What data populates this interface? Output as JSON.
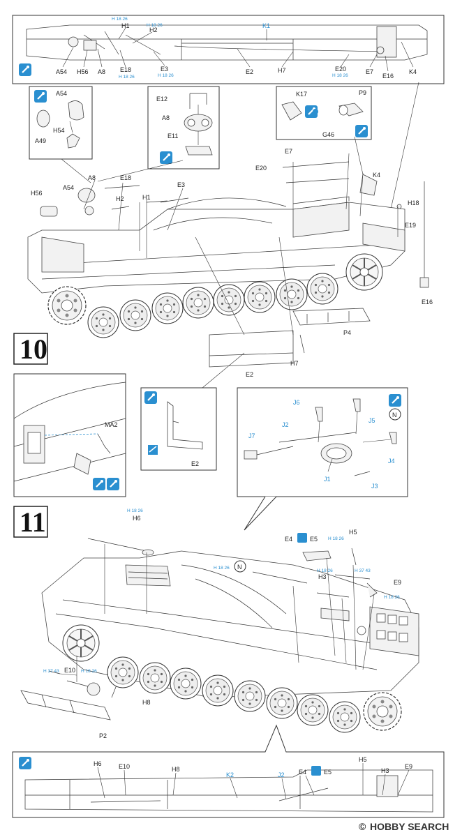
{
  "step10": {
    "number": "10",
    "overview_labels": {
      "h1": "H1",
      "h2": "H2",
      "k1": "K1",
      "a54": "A54",
      "h56": "H56",
      "a8": "A8",
      "e18": "E18",
      "e3": "E3",
      "e2": "E2",
      "h7": "H7",
      "e20": "E20",
      "e7": "E7",
      "e16": "E16",
      "k4": "K4",
      "ref_h18_26": "H 18 26"
    },
    "detail_a54": {
      "a54": "A54",
      "a49": "A49",
      "h54": "H54"
    },
    "detail_a8": {
      "e12": "E12",
      "a8": "A8",
      "e11": "E11"
    },
    "detail_k17": {
      "k17": "K17",
      "p9": "P9",
      "g46": "G46"
    },
    "main_labels": {
      "a8": "A8",
      "e18": "E18",
      "e3": "E3",
      "h56": "H56",
      "a54": "A54",
      "h2": "H2",
      "h1": "H1",
      "e7": "E7",
      "e20": "E20",
      "k4": "K4",
      "h18": "H18",
      "e19": "E19",
      "e16": "E16",
      "p4": "P4",
      "h7": "H7",
      "e2": "E2"
    },
    "detail_ma2": {
      "ma2": "MA2"
    },
    "detail_e2": {
      "e2": "E2"
    },
    "detail_j": {
      "j6": "J6",
      "j5": "J5",
      "j2": "J2",
      "j7": "J7",
      "j4": "J4",
      "j1": "J1",
      "j3": "J3",
      "n": "N"
    }
  },
  "step11": {
    "number": "11",
    "main_labels": {
      "h6": "H6",
      "ref_h6": "H 18 26",
      "e4": "E4",
      "e5": "E5",
      "h5": "H5",
      "ref_h5": "H 18 26",
      "h3": "H3",
      "ref_h3": "H 18 26",
      "e9": "E9",
      "ref_e9a": "H 37 43",
      "ref_e9b": "H 18 26",
      "ref_n": "H 18 26",
      "n": "N",
      "e10": "E10",
      "ref_e10a": "H 37 43",
      "ref_e10b": "H 18 26",
      "h8": "H8",
      "p2": "P2"
    },
    "overview_labels": {
      "h6": "H6",
      "e10": "E10",
      "h8": "H8",
      "k2": "K2",
      "j2": "J2",
      "e4": "E4",
      "e5": "E5",
      "h5": "H5",
      "h3": "H3",
      "e9": "E9"
    }
  },
  "watermark": {
    "text": "HOBBY SEARCH",
    "symbol": "©"
  }
}
